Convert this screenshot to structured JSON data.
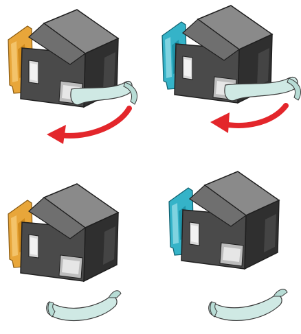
{
  "illustration": {
    "steps": [
      {
        "cartridge": "black",
        "tab_color": "#e8a63a",
        "tape_state": "peeling",
        "arrow": "left"
      },
      {
        "cartridge": "color",
        "tab_color": "#35b3c8",
        "tape_state": "peeling",
        "arrow": "left"
      },
      {
        "cartridge": "black",
        "tab_color": "#e8a63a",
        "tape_state": "removed"
      },
      {
        "cartridge": "color",
        "tab_color": "#35b3c8",
        "tape_state": "removed"
      }
    ],
    "colors": {
      "body_dark": "#3a3a3a",
      "body_mid": "#6e6e6e",
      "body_light": "#9a9a9a",
      "nozzle": "#cfcfcf",
      "tape": "#cfe9e4",
      "arrow": "#e3262b"
    },
    "icons": [
      "ink-cartridge-icon",
      "protective-tape-icon",
      "curved-arrow-icon"
    ]
  }
}
